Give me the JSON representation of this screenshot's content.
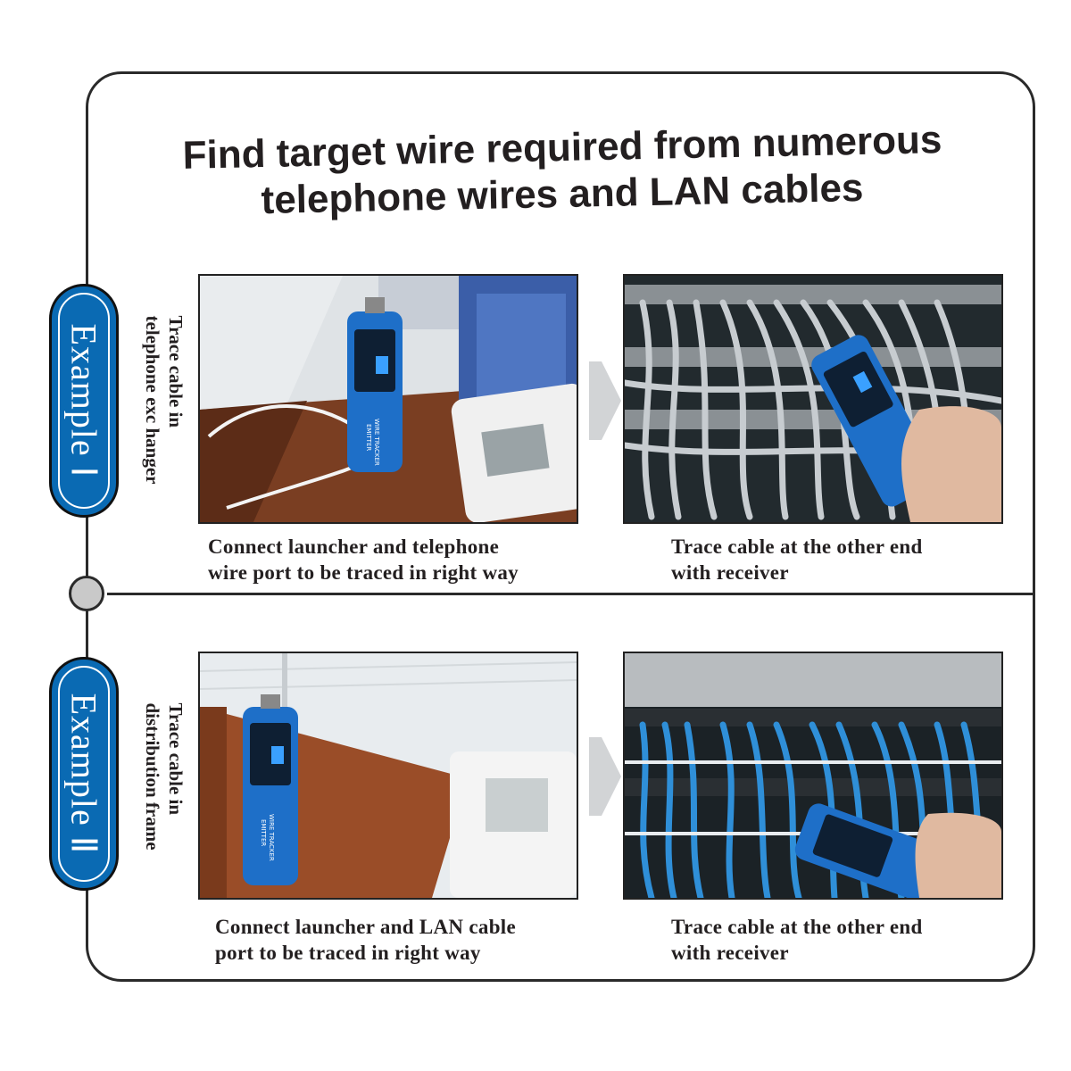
{
  "title": {
    "line1": "Find target wire required from numerous",
    "line2": "telephone wires and LAN cables"
  },
  "examples": [
    {
      "badge": "Example Ⅰ",
      "side_label": [
        "Trace cable in",
        "telephone exc hanger"
      ],
      "left_caption": [
        "Connect launcher and telephone",
        "wire port to be traced in right way"
      ],
      "right_caption": [
        "Trace cable at the other end",
        "with receiver"
      ]
    },
    {
      "badge": "Example Ⅱ",
      "side_label": [
        "Trace cable in",
        "distribution frame"
      ],
      "left_caption": [
        "Connect launcher and LAN cable",
        "port to be traced in right way"
      ],
      "right_caption": [
        "Trace cable at the other end",
        "with receiver"
      ]
    }
  ],
  "device": {
    "text1": "WIRE TRACKER",
    "text2": "EMITTER"
  },
  "colors": {
    "badge_blue": "#0a6ab3",
    "device_blue": "#1e6fc8",
    "cable_gray": "#c7ccd0",
    "cable_blue": "#2f8fd8",
    "desk_brown": "#7a3e22"
  }
}
